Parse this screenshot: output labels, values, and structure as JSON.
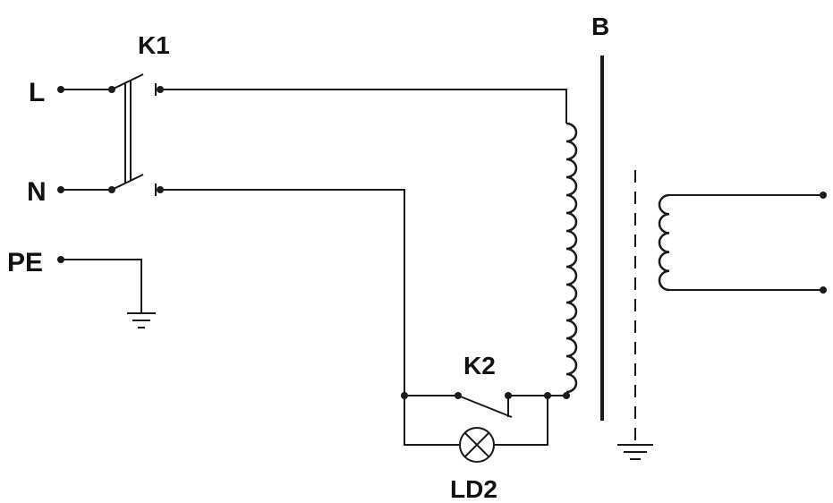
{
  "diagram": {
    "terminals": {
      "line": "L",
      "neutral": "N",
      "earth": "PE"
    },
    "components": {
      "main_switch": "K1",
      "transformer": "B",
      "bypass_switch": "K2",
      "indicator_lamp": "LD2"
    }
  }
}
